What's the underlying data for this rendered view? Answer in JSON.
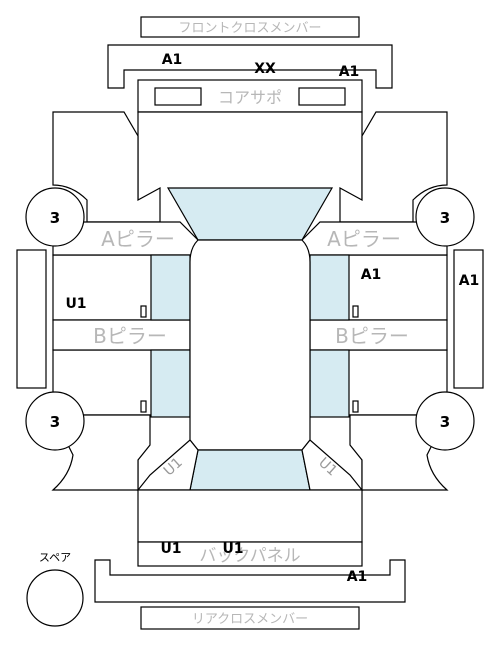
{
  "labels": {
    "front_crossmember": "フロントクロスメンバー",
    "core_support": "コアサポ",
    "a_pillar": "Aピラー",
    "b_pillar": "Bピラー",
    "back_panel": "バックパネル",
    "rear_crossmember": "リアクロスメンバー",
    "spare": "スペア"
  },
  "damage_codes": {
    "front_member_left": "A1",
    "front_center": "XX",
    "front_member_right": "A1",
    "right_upper": "A1",
    "right_side_bar": "A1",
    "left_side": "U1",
    "back_panel_left": "U1",
    "back_panel_right": "U1",
    "rear_member": "A1",
    "slant_left": "U1",
    "slant_right": "U1"
  },
  "tires": {
    "front_left": "3",
    "front_right": "3",
    "rear_left": "3",
    "rear_right": "3"
  },
  "colors": {
    "glass": "#d6ebf2",
    "label": "#b7b7b7",
    "line": "#000000"
  }
}
